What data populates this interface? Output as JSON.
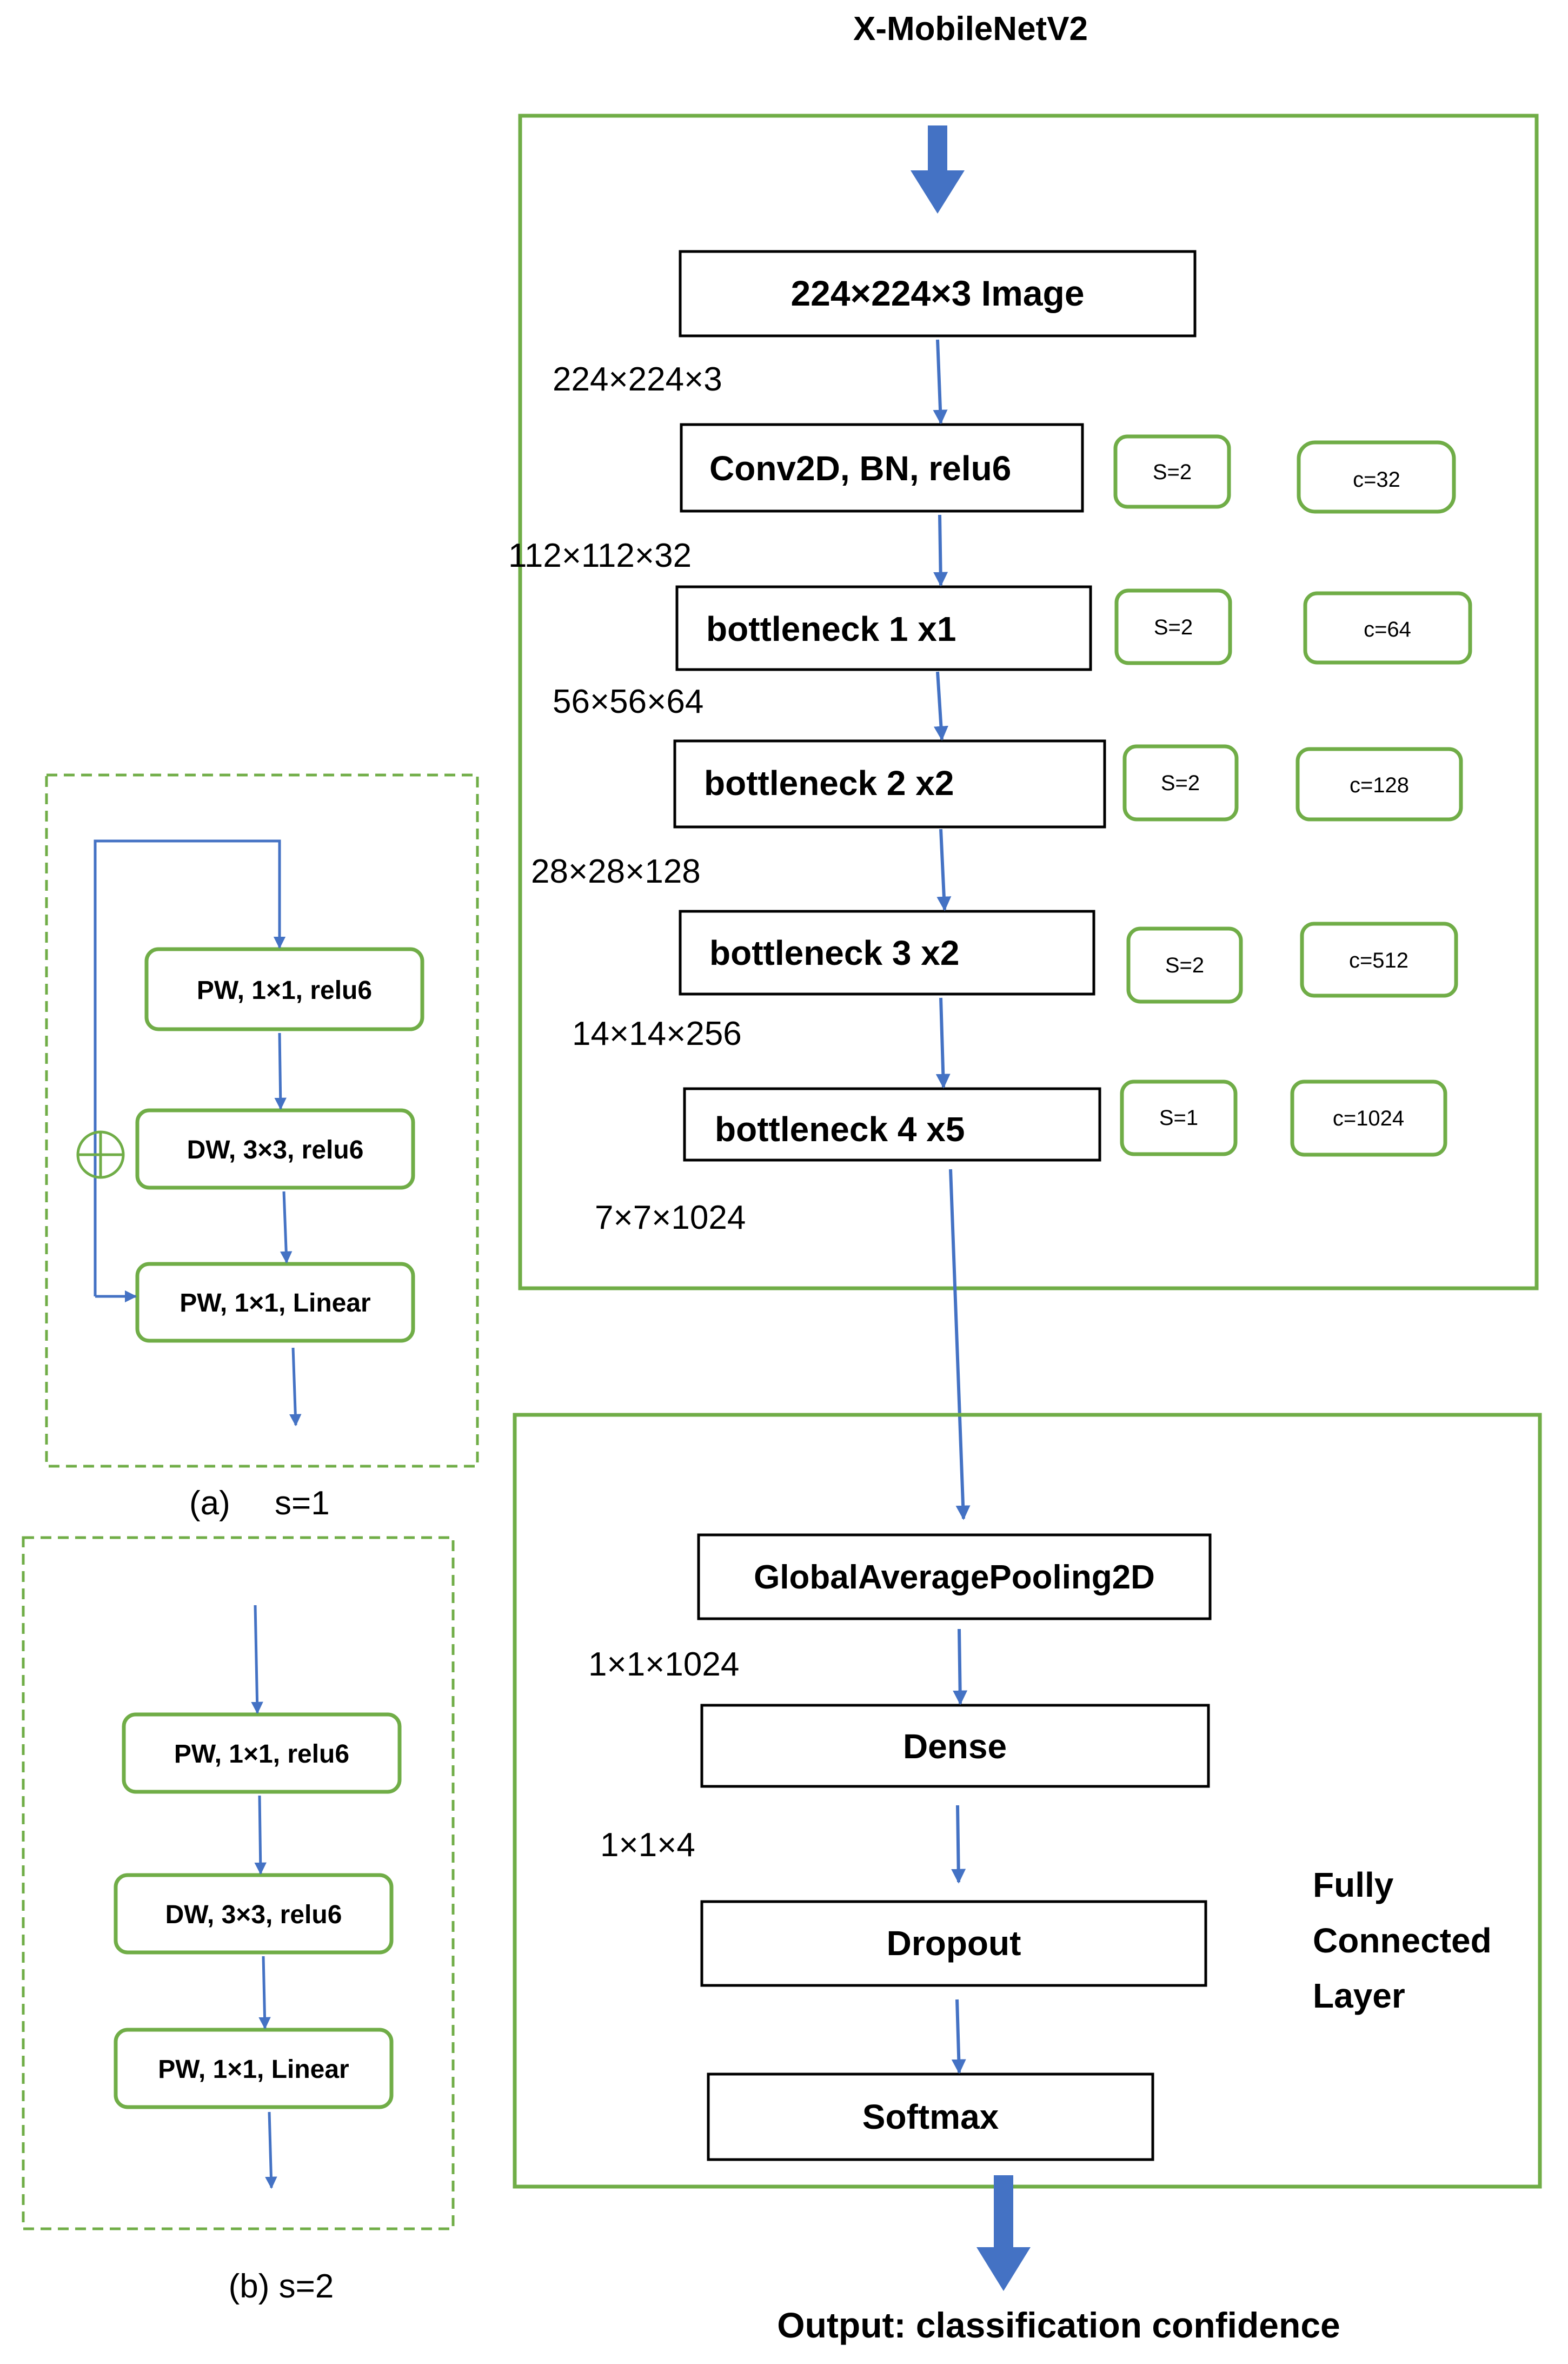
{
  "title": "X-MobileNetV2",
  "main": {
    "image_box": "224×224×3 Image",
    "layers": [
      {
        "label": "Conv2D, BN, relu6",
        "s": "S=2",
        "c": "c=32"
      },
      {
        "label": "bottleneck 1 x1",
        "s": "S=2",
        "c": "c=64"
      },
      {
        "label": "bottleneck 2 x2",
        "s": "S=2",
        "c": "c=128"
      },
      {
        "label": "bottleneck 3 x2",
        "s": "S=2",
        "c": "c=512"
      },
      {
        "label": "bottleneck 4  x5",
        "s": "S=1",
        "c": "c=1024"
      }
    ],
    "dims": [
      "224×224×3",
      "112×112×32",
      "56×56×64",
      "28×28×128",
      "14×14×256",
      "7×7×1024"
    ]
  },
  "fc": {
    "boxes": [
      "GlobalAveragePooling2D",
      "Dense",
      "Dropout",
      "Softmax"
    ],
    "dims": [
      "1×1×1024",
      "1×1×4"
    ],
    "label_lines": [
      "Fully",
      "Connected",
      "Layer"
    ]
  },
  "output": "Output: classification confidence",
  "block_a": {
    "boxes": [
      "PW, 1×1, relu6",
      "DW, 3×3, relu6",
      "PW, 1×1, Linear"
    ],
    "caption_a": "(a)",
    "caption_s": "s=1"
  },
  "block_b": {
    "boxes": [
      "PW, 1×1, relu6",
      "DW, 3×3, relu6",
      "PW, 1×1, Linear"
    ],
    "caption": "(b) s=2"
  },
  "colors": {
    "green": "#70AD47",
    "blue": "#4472C4",
    "black": "#000000"
  }
}
